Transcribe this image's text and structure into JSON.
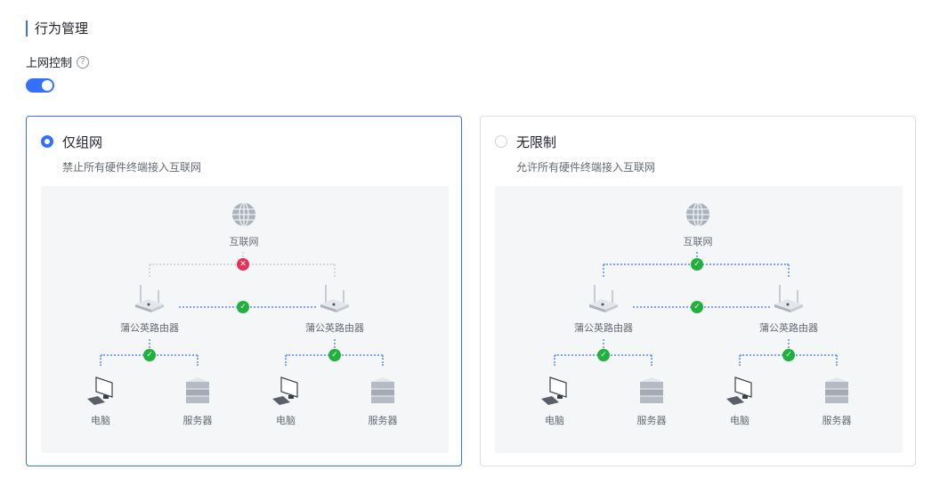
{
  "section_title": "行为管理",
  "control": {
    "label": "上网控制",
    "help_icon": "question-circle-icon",
    "enabled": true
  },
  "colors": {
    "accent": "#3370ff",
    "ok": "#20b03b",
    "blocked": "#e5325a",
    "line_blue": "#7ea3f7",
    "line_gray": "#d6d8dc"
  },
  "options": [
    {
      "title": "仅组网",
      "desc": "禁止所有硬件终端接入互联网",
      "selected": true,
      "diagram": {
        "internet": "互联网",
        "internet_status": "blocked",
        "routers": [
          "蒲公英路由器",
          "蒲公英路由器"
        ],
        "devices": [
          "电脑",
          "服务器",
          "电脑",
          "服务器"
        ]
      }
    },
    {
      "title": "无限制",
      "desc": "允许所有硬件终端接入互联网",
      "selected": false,
      "diagram": {
        "internet": "互联网",
        "internet_status": "ok",
        "routers": [
          "蒲公英路由器",
          "蒲公英路由器"
        ],
        "devices": [
          "电脑",
          "服务器",
          "电脑",
          "服务器"
        ]
      }
    }
  ]
}
